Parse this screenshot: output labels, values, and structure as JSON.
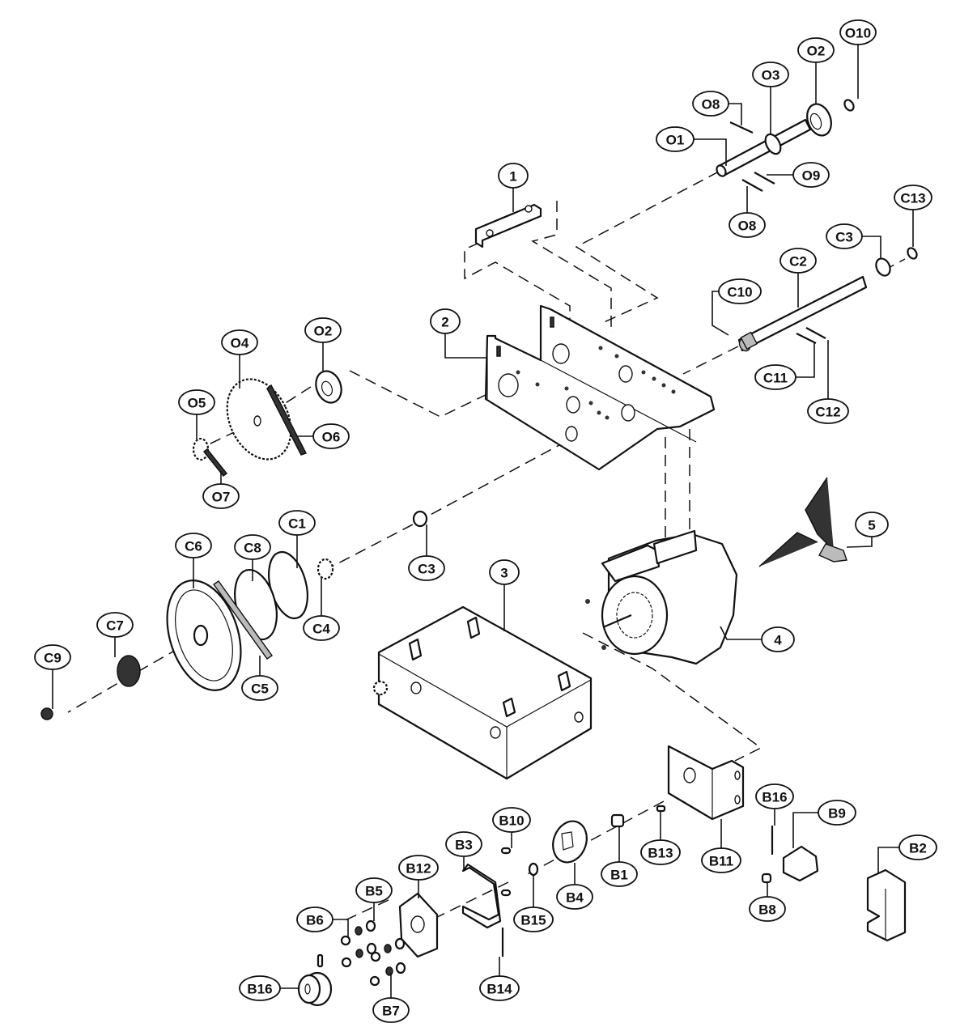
{
  "diagram": {
    "type": "exploded-parts-diagram",
    "background": "#ffffff",
    "ink": "#111111",
    "groups": {
      "O": "output shaft assembly",
      "C": "clutch / drive shaft assembly",
      "B": "brake / bracket assembly",
      "main": "main assemblies"
    },
    "callouts": [
      {
        "id": "O10",
        "label": "O10"
      },
      {
        "id": "O2a",
        "label": "O2"
      },
      {
        "id": "O3",
        "label": "O3"
      },
      {
        "id": "O8a",
        "label": "O8"
      },
      {
        "id": "O1",
        "label": "O1"
      },
      {
        "id": "O9",
        "label": "O9"
      },
      {
        "id": "O8b",
        "label": "O8"
      },
      {
        "id": "C13",
        "label": "C13"
      },
      {
        "id": "C3a",
        "label": "C3"
      },
      {
        "id": "C2",
        "label": "C2"
      },
      {
        "id": "C10",
        "label": "C10"
      },
      {
        "id": "C11",
        "label": "C11"
      },
      {
        "id": "C12",
        "label": "C12"
      },
      {
        "id": "P1",
        "label": "1"
      },
      {
        "id": "P2",
        "label": "2"
      },
      {
        "id": "O2b",
        "label": "O2"
      },
      {
        "id": "O4",
        "label": "O4"
      },
      {
        "id": "O5",
        "label": "O5"
      },
      {
        "id": "O6",
        "label": "O6"
      },
      {
        "id": "O7",
        "label": "O7"
      },
      {
        "id": "C1",
        "label": "C1"
      },
      {
        "id": "C6",
        "label": "C6"
      },
      {
        "id": "C8",
        "label": "C8"
      },
      {
        "id": "C3b",
        "label": "C3"
      },
      {
        "id": "C4",
        "label": "C4"
      },
      {
        "id": "C7",
        "label": "C7"
      },
      {
        "id": "C9",
        "label": "C9"
      },
      {
        "id": "C5",
        "label": "C5"
      },
      {
        "id": "P3",
        "label": "3"
      },
      {
        "id": "P4",
        "label": "4"
      },
      {
        "id": "P5",
        "label": "5"
      },
      {
        "id": "B10",
        "label": "B10"
      },
      {
        "id": "B3",
        "label": "B3"
      },
      {
        "id": "B12",
        "label": "B12"
      },
      {
        "id": "B5",
        "label": "B5"
      },
      {
        "id": "B6",
        "label": "B6"
      },
      {
        "id": "B15",
        "label": "B15"
      },
      {
        "id": "B4",
        "label": "B4"
      },
      {
        "id": "B1",
        "label": "B1"
      },
      {
        "id": "B13",
        "label": "B13"
      },
      {
        "id": "B11",
        "label": "B11"
      },
      {
        "id": "B16a",
        "label": "B16"
      },
      {
        "id": "B9",
        "label": "B9"
      },
      {
        "id": "B8",
        "label": "B8"
      },
      {
        "id": "B2",
        "label": "B2"
      },
      {
        "id": "B14",
        "label": "B14"
      },
      {
        "id": "B16b",
        "label": "B16"
      },
      {
        "id": "B7",
        "label": "B7"
      }
    ],
    "parts": [
      {
        "id": "frame",
        "callout": "2",
        "name": "main frame"
      },
      {
        "id": "bracket-top",
        "callout": "1",
        "name": "top bracket"
      },
      {
        "id": "housing-box",
        "callout": "3",
        "name": "housing box"
      },
      {
        "id": "motor",
        "callout": "4",
        "name": "electric motor"
      },
      {
        "id": "cable",
        "callout": "5",
        "name": "power cable"
      },
      {
        "id": "output-shaft",
        "callout": "O1",
        "name": "output shaft"
      },
      {
        "id": "drive-shaft",
        "callout": "C2",
        "name": "drive shaft"
      },
      {
        "id": "pulley",
        "callout": "C6",
        "name": "pulley"
      },
      {
        "id": "large-sprocket",
        "callout": "O4",
        "name": "large sprocket"
      },
      {
        "id": "mount-plate",
        "callout": "B11",
        "name": "mount plate"
      }
    ]
  }
}
